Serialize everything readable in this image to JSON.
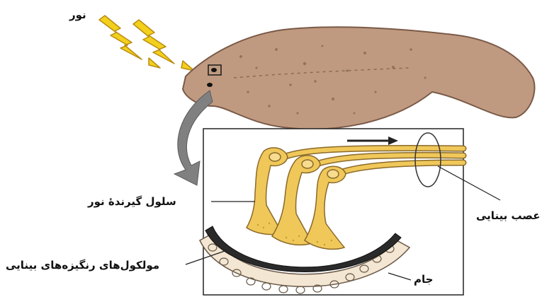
{
  "labels": {
    "light": "نور",
    "photoreceptor_cell": "سلول گیرندهٔ نور",
    "optic_nerve": "عصب بینایی",
    "pigment_molecules": "مولکول‌های رنگیزه‌های بینایی",
    "cup": "جام"
  },
  "colors": {
    "body": "#c09a80",
    "body_outline": "#7a5a48",
    "cell_yellow": "#f0c85a",
    "cell_outline": "#8a6a2a",
    "pigment": "#2a2a2a",
    "cup_fill": "#f3e6d2",
    "arrow_gray": "#777777",
    "lightning": "#f2d01c"
  }
}
